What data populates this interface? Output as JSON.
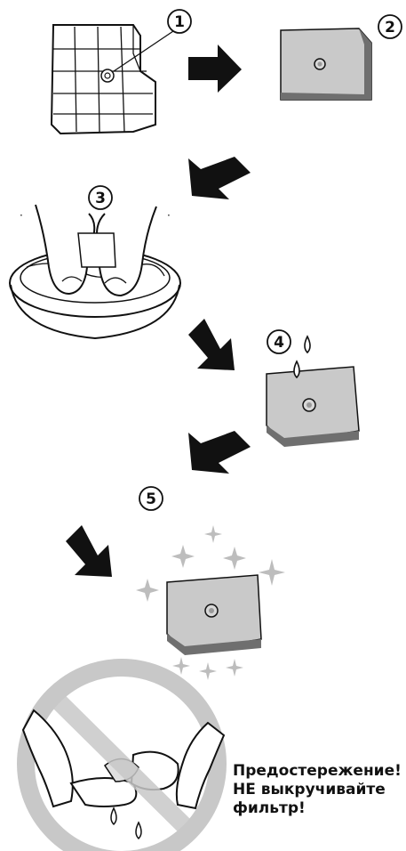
{
  "steps": [
    {
      "number": "1"
    },
    {
      "number": "2"
    },
    {
      "number": "3"
    },
    {
      "number": "4"
    },
    {
      "number": "5"
    }
  ],
  "warning": {
    "line1": "Предостережение!",
    "line2": "НЕ выкручивайте",
    "line3": "фильтр!"
  },
  "colors": {
    "filter_face": "#c9c9c9",
    "filter_edge": "#6f6f6f",
    "prohibition": "#c8c8c8",
    "sparkle": "#bdbdbd",
    "arrow": "#111111"
  }
}
